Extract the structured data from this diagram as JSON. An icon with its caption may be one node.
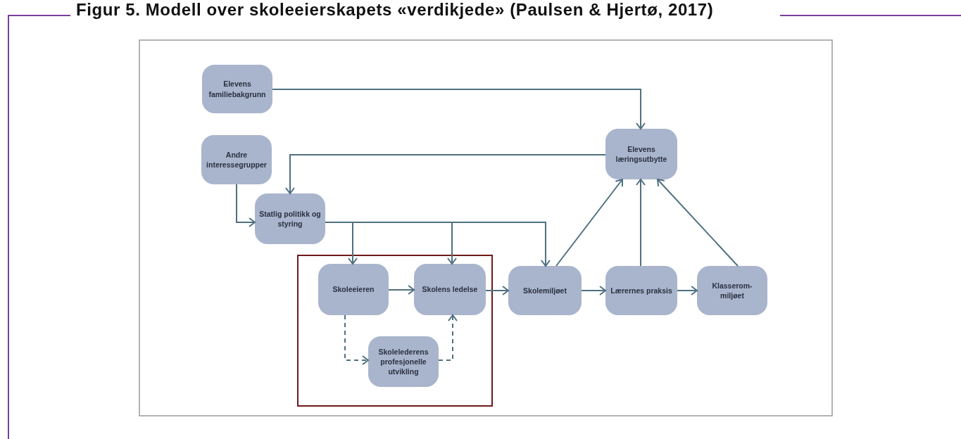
{
  "diagram": {
    "title": "Figur 5. Modell over skoleeierskapets «verdikjede» (Paulsen & Hjertø, 2017)",
    "nodes": [
      {
        "text": [
          "Elevens familiebakgrunn"
        ]
      },
      {
        "text": [
          "Andre interessegrupper"
        ]
      },
      {
        "text": [
          "Statlig politikk og styring"
        ]
      },
      {
        "text": [
          "Elevens læringsutbytte"
        ]
      },
      {
        "text": [],
        "shape": "box"
      },
      {
        "text": [
          "Skoleeieren"
        ],
        "in": 4
      },
      {
        "text": [
          "Skolens ledelse"
        ],
        "in": 4
      },
      {
        "text": [
          "Skolelederens profesjonelle utvikling"
        ],
        "in": 4
      },
      {
        "text": [
          "Skolemiljøet"
        ]
      },
      {
        "text": [
          "Lærernes praksis"
        ]
      },
      {
        "text": [
          "Klasserom-miljøet"
        ]
      }
    ],
    "edges": [
      {
        "from": 0,
        "to": 3,
        "arrow": "to"
      },
      {
        "from": 3,
        "to": 2,
        "arrow": "to"
      },
      {
        "from": 1,
        "to": 2,
        "arrow": "to"
      },
      {
        "from": 2,
        "to": 5,
        "arrow": "to"
      },
      {
        "from": 2,
        "to": 6,
        "arrow": "to"
      },
      {
        "from": 2,
        "to": 8,
        "arrow": "to"
      },
      {
        "from": 5,
        "to": 6,
        "arrow": "to"
      },
      {
        "from": 6,
        "to": 8,
        "arrow": "to"
      },
      {
        "from": 8,
        "to": 9,
        "arrow": "to"
      },
      {
        "from": 9,
        "to": 10,
        "arrow": "to"
      },
      {
        "from": 8,
        "to": 3,
        "arrow": "to"
      },
      {
        "from": 9,
        "to": 3,
        "arrow": "to"
      },
      {
        "from": 10,
        "to": 3,
        "arrow": "to"
      },
      {
        "from": 5,
        "to": 7,
        "arrow": "to",
        "style": "dashed"
      },
      {
        "from": 7,
        "to": 6,
        "arrow": "to",
        "style": "dashed"
      }
    ]
  }
}
